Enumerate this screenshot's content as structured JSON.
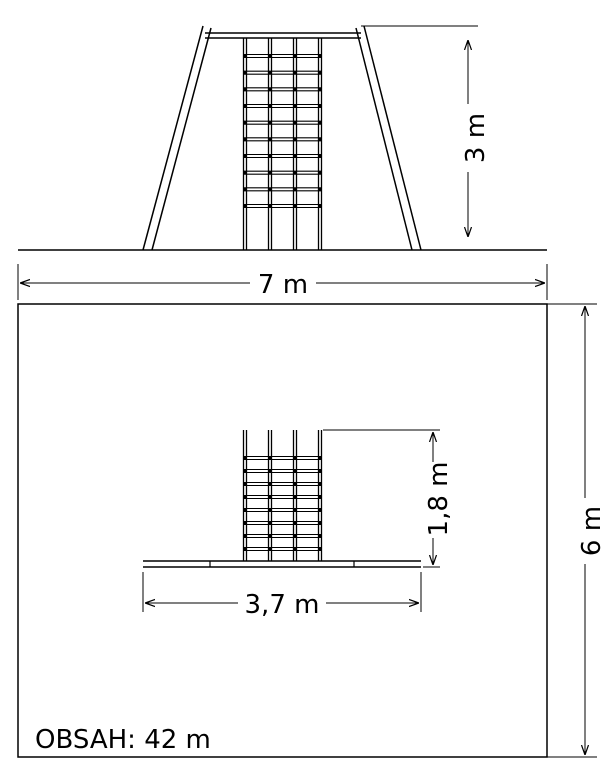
{
  "elevation": {
    "height_label": "3 m",
    "width_label": "7 m"
  },
  "plan": {
    "depth_label": "6 m",
    "net_depth_label": "1,8 m",
    "base_width_label": "3,7 m",
    "area_label": "OBSAH: 42 m"
  },
  "colors": {
    "line": "#000000",
    "background": "#ffffff"
  }
}
